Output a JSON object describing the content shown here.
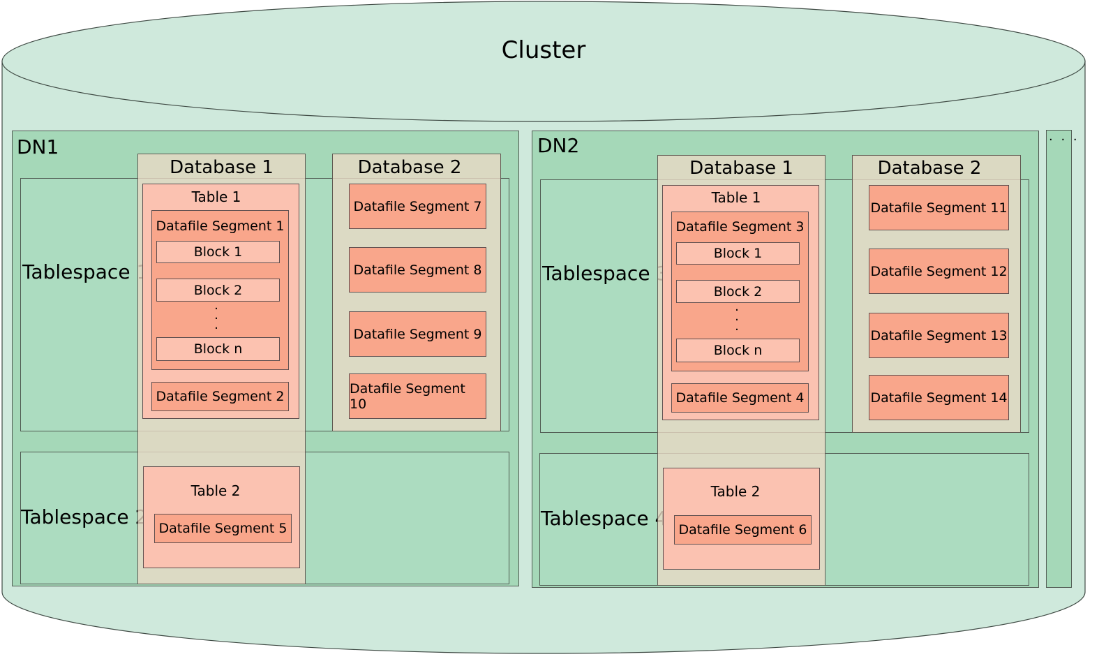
{
  "cluster": {
    "title": "Cluster"
  },
  "dn1": {
    "label": "DN1",
    "tablespace_1": "Tablespace 1",
    "tablespace_2": "Tablespace 2",
    "database_1": {
      "label": "Database 1",
      "table_1": {
        "label": "Table 1",
        "segment_1": "Datafile Segment 1",
        "blocks": [
          "Block 1",
          "Block 2",
          "Block n"
        ],
        "segment_2": "Datafile Segment 2"
      },
      "table_2": {
        "label": "Table 2",
        "segment": "Datafile Segment 5"
      }
    },
    "database_2": {
      "label": "Database 2",
      "segments": [
        "Datafile Segment 7",
        "Datafile Segment 8",
        "Datafile Segment 9",
        "Datafile Segment 10"
      ]
    }
  },
  "dn2": {
    "label": "DN2",
    "tablespace_3": "Tablespace 3",
    "tablespace_4": "Tablespace 4",
    "database_1": {
      "label": "Database 1",
      "table_1": {
        "label": "Table 1",
        "segment_3": "Datafile Segment 3",
        "blocks": [
          "Block 1",
          "Block 2",
          "Block n"
        ],
        "segment_4": "Datafile Segment 4"
      },
      "table_2": {
        "label": "Table 2",
        "segment": "Datafile Segment 6"
      }
    },
    "database_2": {
      "label": "Database 2",
      "segments": [
        "Datafile Segment 11",
        "Datafile Segment 12",
        "Datafile Segment 13",
        "Datafile Segment 14"
      ]
    }
  },
  "more": {
    "label": "· · ·"
  },
  "colors": {
    "cylinder": "#cfe9dc",
    "data_node": "#a5d8b8",
    "tablespace": "#acdcc0",
    "database": "#e8d9c4",
    "table": "#fbc2b1",
    "segment": "#f9a68b"
  }
}
